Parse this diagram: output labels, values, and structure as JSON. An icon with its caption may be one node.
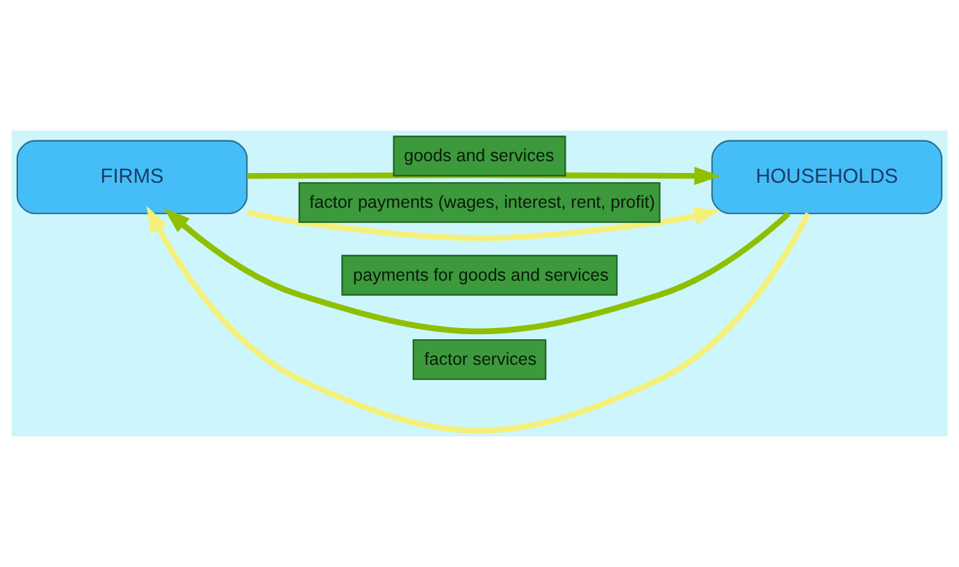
{
  "diagram": {
    "nodes": [
      {
        "text": [
          "FIRMS"
        ]
      },
      {
        "text": [
          "HOUSEHOLDS"
        ]
      }
    ],
    "edges": [
      {
        "from": 1,
        "to": 0,
        "arrow": "to",
        "label": "payments for goods and services"
      },
      {
        "from": 0,
        "to": 1,
        "arrow": "to",
        "label": "goods and services"
      },
      {
        "from": 1,
        "to": 0,
        "arrow": "to",
        "label": "factor services",
        "color": "#f5f07a"
      },
      {
        "from": 0,
        "to": 1,
        "arrow": "to",
        "label": "factor payments (wages, interest, rent, profit)",
        "color": "#f5f07a"
      }
    ]
  }
}
